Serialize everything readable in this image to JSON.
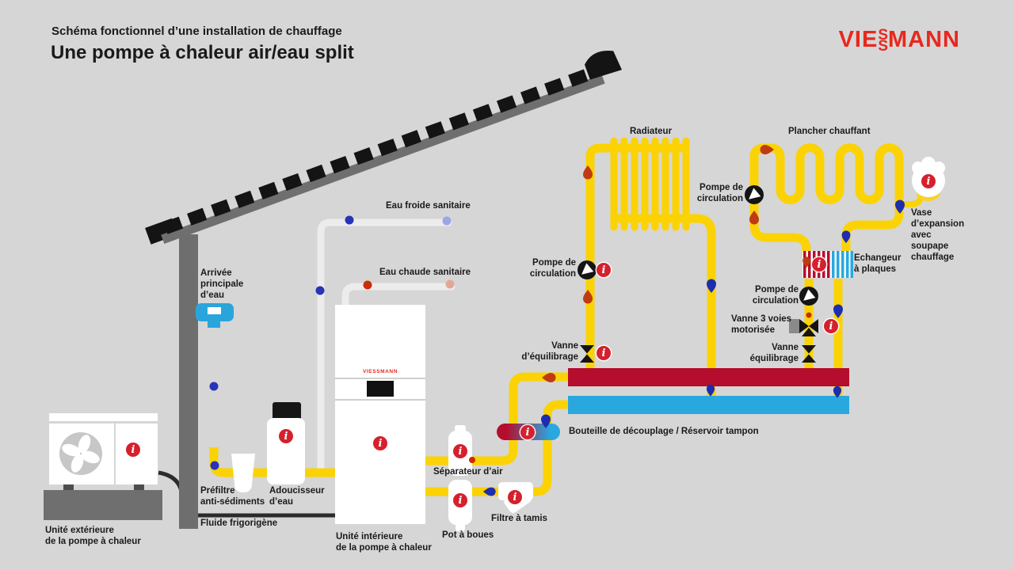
{
  "header": {
    "subtitle": "Schéma fonctionnel d’une installation de chauffage",
    "title": "Une pompe à chaleur air/eau split"
  },
  "logo": {
    "part1": "VIE",
    "s_top": "S",
    "s_bottom": "S",
    "part2": "MANN"
  },
  "indoor_unit_brand": "VIESSMANN",
  "icons": {
    "info": "i"
  },
  "labels": {
    "eau_froide": "Eau froide sanitaire",
    "eau_chaude": "Eau chaude sanitaire",
    "arrivee": "Arrivée\nprincipale\nd’eau",
    "prefiltre": "Préfiltre\nanti-sédiments",
    "adoucisseur": "Adoucisseur\nd’eau",
    "fluide": "Fluide frigorigène",
    "unite_ext": "Unité extérieure\nde la pompe à chaleur",
    "unite_int": "Unité intérieure\nde la pompe à chaleur",
    "separateur": "Séparateur d’air",
    "pot_boues": "Pot à boues",
    "filtre_tamis": "Filtre à tamis",
    "radiateur": "Radiateur",
    "plancher": "Plancher chauffant",
    "pompe_radiateur": "Pompe de\ncirculation",
    "pompe_plancher": "Pompe de\ncirculation",
    "pompe_primaire": "Pompe de\ncirculation",
    "vanne_equilibrage_gauche": "Vanne\nd’équilibrage",
    "vanne_3_voies": "Vanne 3 voies\nmotorisée",
    "vanne_equilibrage_droite": "Vanne\néquilibrage",
    "vase_expansion": "Vase\nd’expansion\navec\nsoupape\nchauffage",
    "echangeur": "Echangeur\nà plaques",
    "bouteille": "Bouteille de découplage / Réservoir tampon"
  },
  "colors": {
    "background": "#d6d6d6",
    "pipe_yellow": "#fbd304",
    "bar_red": "#b50d2d",
    "bar_blue": "#29a8e0",
    "info_red": "#d4212d",
    "logo_red": "#e8281e"
  }
}
